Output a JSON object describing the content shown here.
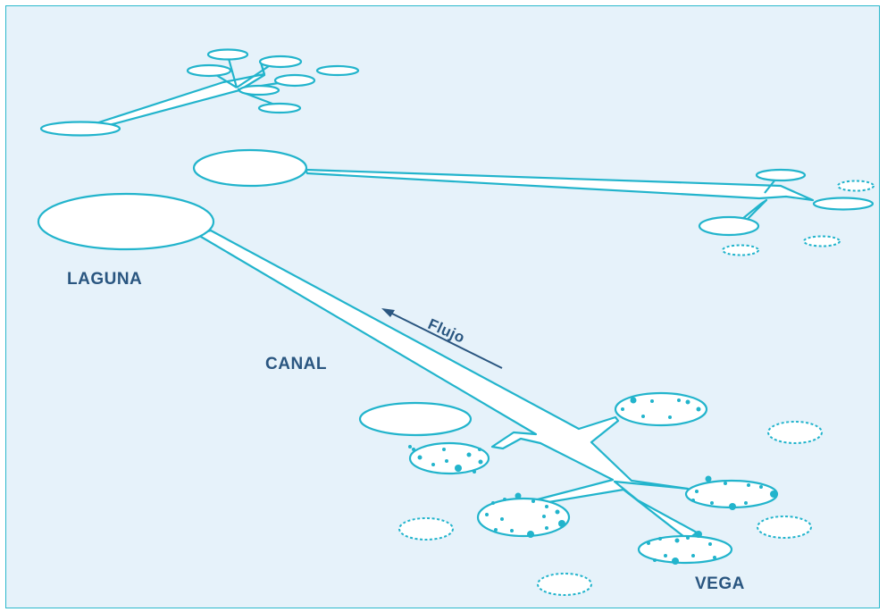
{
  "labels": {
    "laguna": "LAGUNA",
    "canal": "CANAL",
    "flujo": "Flujo",
    "vega": "VEGA"
  },
  "colors": {
    "background": "#e6f2fa",
    "stroke": "#22b4cc",
    "fill": "#ffffff",
    "arrow": "#2a5680",
    "text": "#2a5680"
  }
}
